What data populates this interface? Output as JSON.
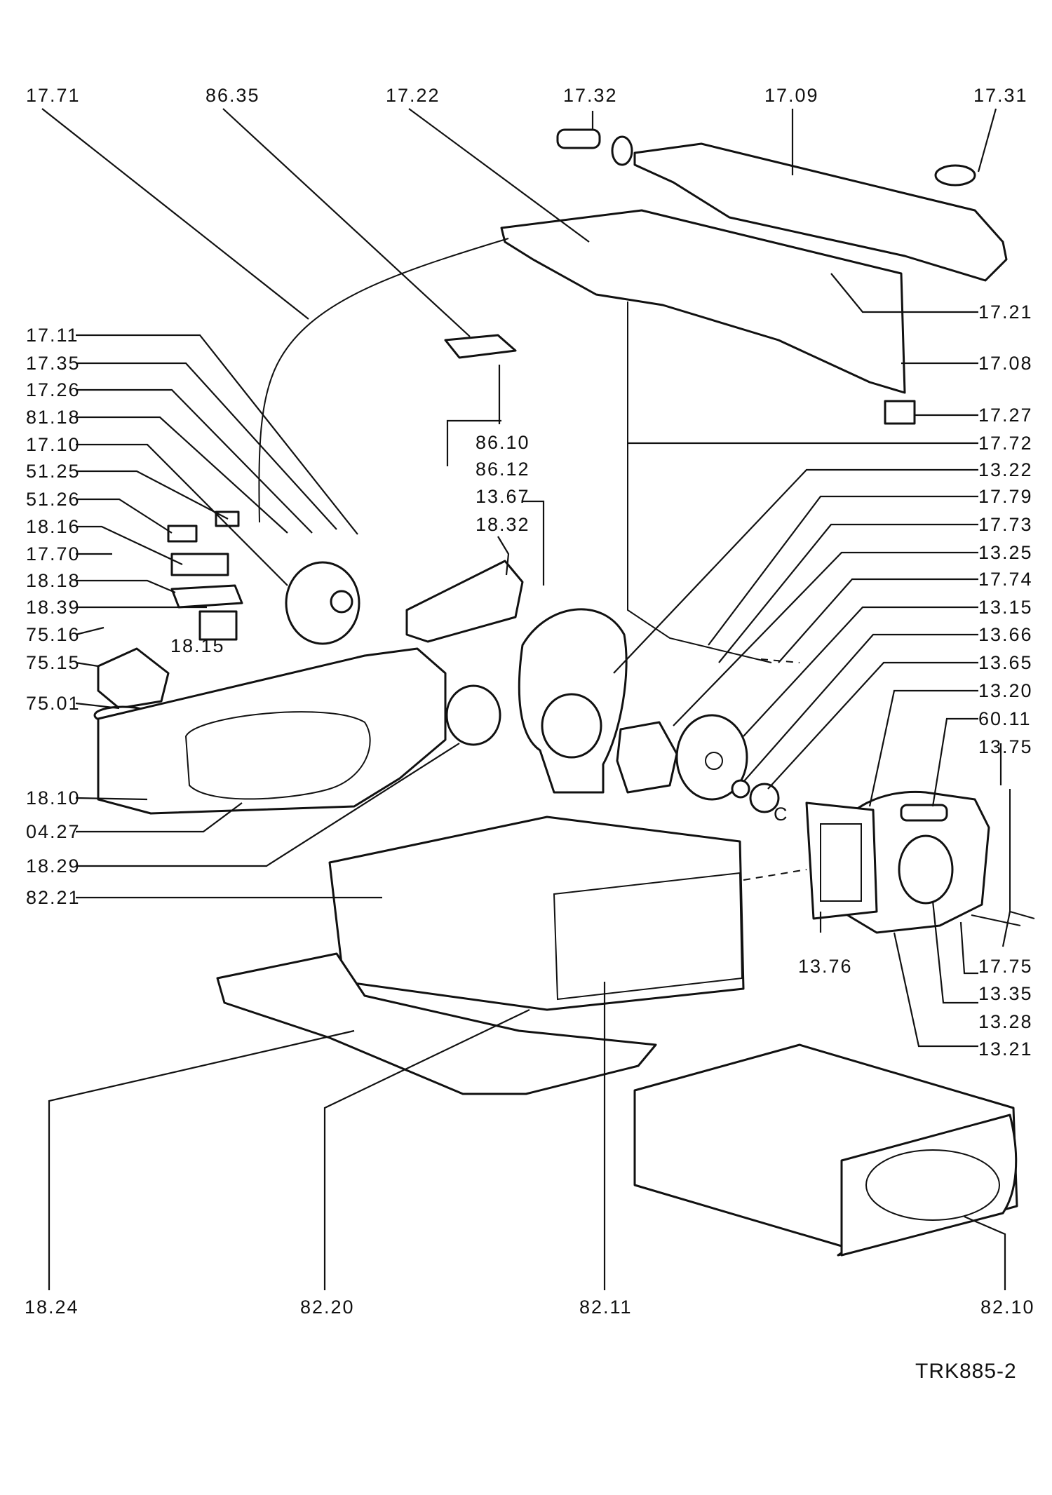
{
  "labels": {
    "p1771": "17.71",
    "p8635": "86.35",
    "p1722": "17.22",
    "p1732": "17.32",
    "p1709": "17.09",
    "p1731": "17.31",
    "p1711": "17.11",
    "p1735": "17.35",
    "p1726": "17.26",
    "p8118": "81.18",
    "p1710": "17.10",
    "p5125": "51.25",
    "p5126": "51.26",
    "p1816": "18.16",
    "p1770": "17.70",
    "p1818": "18.18",
    "p1839": "18.39",
    "p7516": "75.16",
    "p7515": "75.15",
    "p7501": "75.01",
    "p1815": "18.15",
    "p1810": "18.10",
    "p0427": "04.27",
    "p1829": "18.29",
    "p8221": "82.21",
    "p1721": "17.21",
    "p1708": "17.08",
    "p1727": "17.27",
    "p1772": "17.72",
    "p1322": "13.22",
    "p1779": "17.79",
    "p1773": "17.73",
    "p1325": "13.25",
    "p1774": "17.74",
    "p1315": "13.15",
    "p1366": "13.66",
    "p1365": "13.65",
    "p1320": "13.20",
    "p6011": "60.11",
    "p1375": "13.75",
    "p8610": "86.10",
    "p8612": "86.12",
    "p1367": "13.67",
    "p1832": "18.32",
    "p1376": "13.76",
    "p1775": "17.75",
    "p1335": "13.35",
    "p1328": "13.28",
    "p1321": "13.21",
    "p1824": "18.24",
    "p8220": "82.20",
    "p8211": "82.11",
    "p8210": "82.10",
    "c_marker": "C"
  },
  "drawing_code": "TRK885-2"
}
